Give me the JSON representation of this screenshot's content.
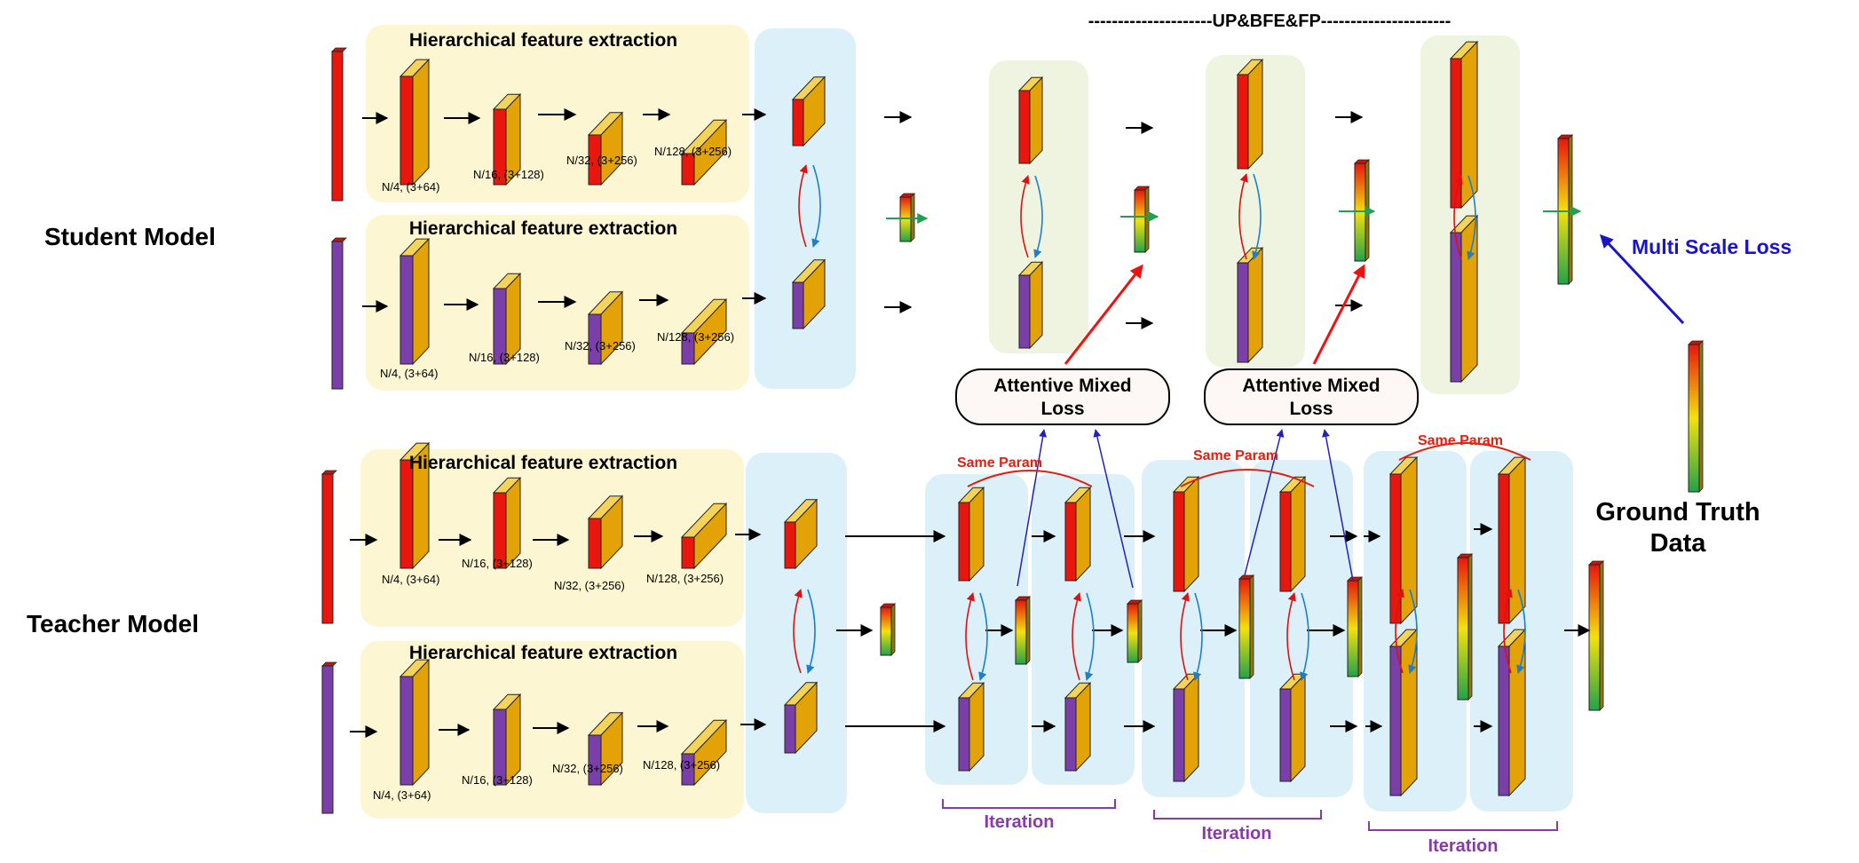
{
  "header": {
    "title": "---------------------UP&BFE&FP----------------------"
  },
  "models": {
    "student_label": "Student Model",
    "teacher_label": "Teacher Model"
  },
  "blocks": {
    "hfe_label": "Hierarchical feature extraction",
    "scales": [
      "N/4, (3+64)",
      "N/16, (3+128)",
      "N/32, (3+256)",
      "N/128, (3+256)"
    ]
  },
  "losses": {
    "attentive_line1": "Attentive Mixed",
    "attentive_line2": "Loss",
    "multi_scale": "Multi Scale Loss"
  },
  "annotations": {
    "same_param": "Same Param",
    "iteration": "Iteration",
    "ground_truth_line1": "Ground Truth",
    "ground_truth_line2": "Data"
  },
  "colors": {
    "panel_yellow": "#fdf6d3",
    "panel_blue": "#dcf0f9",
    "panel_green": "#eef4e0",
    "face_orange": "#e3a307",
    "red_feature": "#e8160c",
    "purple_feature": "#7a3fa8",
    "loss_blue": "#1a14c8",
    "same_param_red": "#e02010",
    "iteration_purple": "#8a3aa8"
  }
}
